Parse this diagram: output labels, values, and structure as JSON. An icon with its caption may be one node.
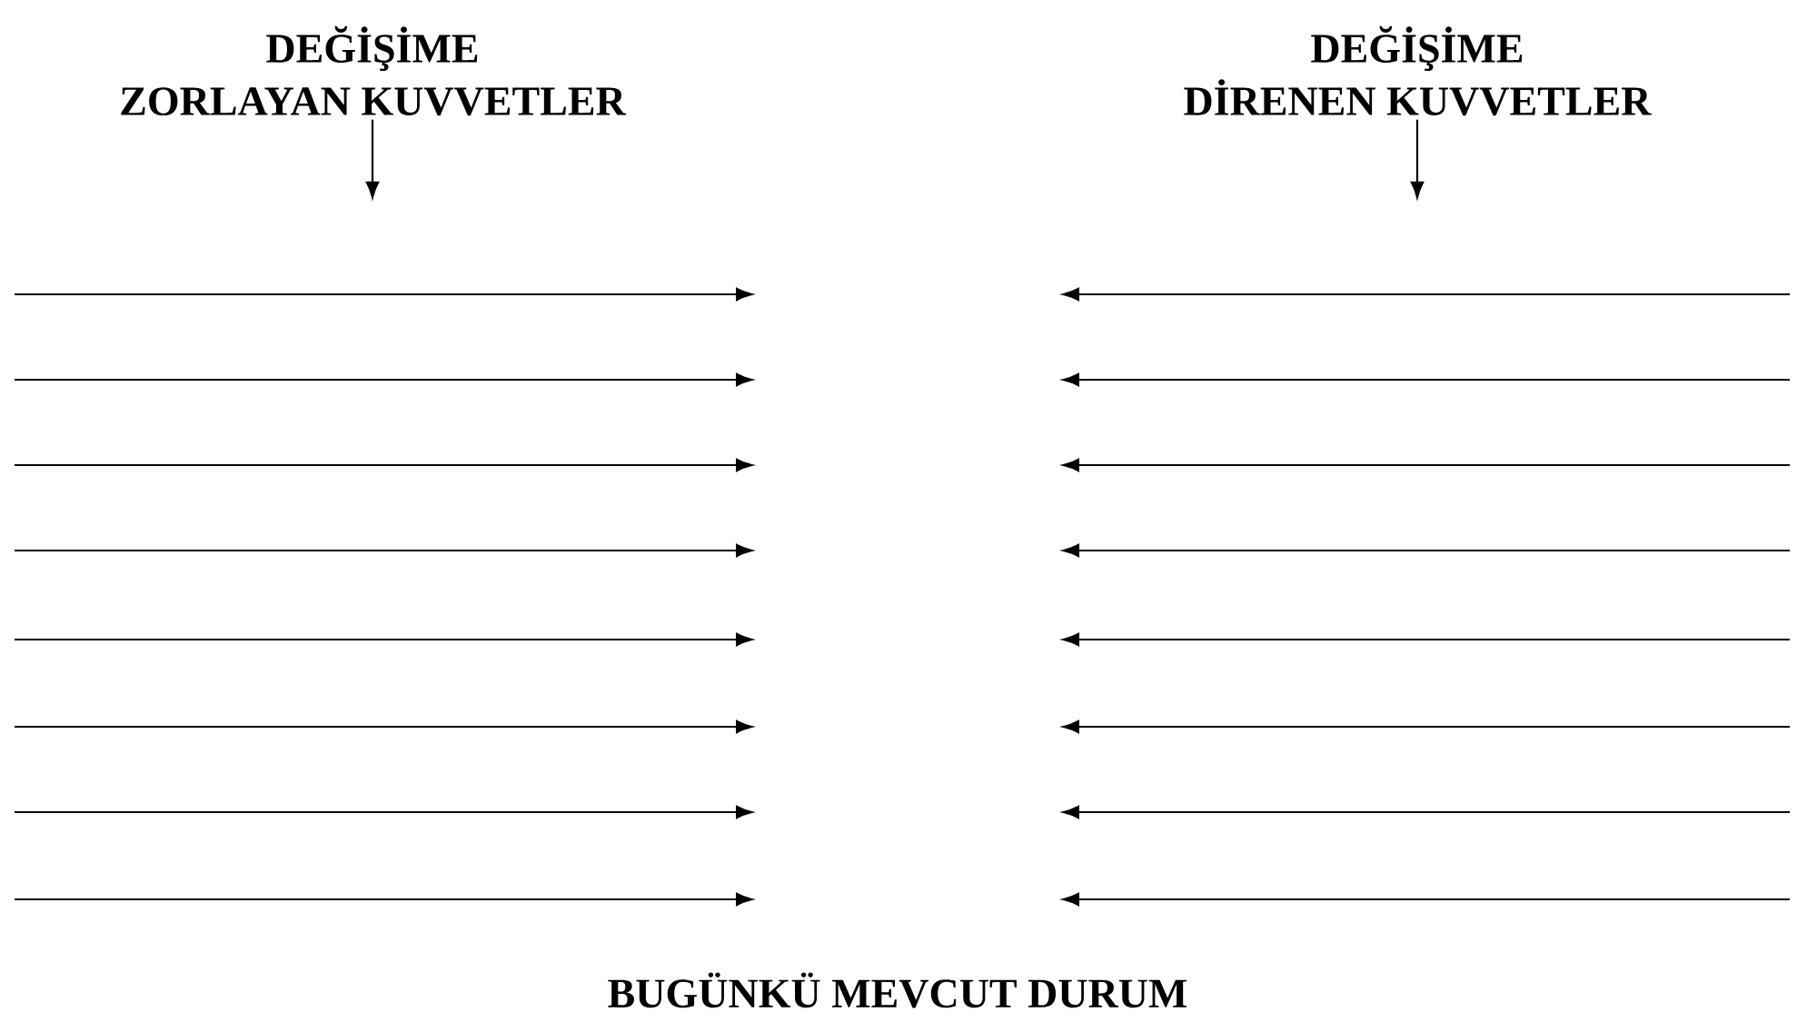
{
  "diagram": {
    "nodes": [
      {
        "text": [
          "DEĞİŞİME ZORLAYAN KUVVETLER"
        ]
      },
      {
        "text": [
          "DEĞİŞİME DİRENEN KUVVETLER"
        ]
      }
    ],
    "edges": [
      {
        "from": 0,
        "to": null,
        "arrow": "to"
      },
      {
        "from": 1,
        "to": null,
        "arrow": "to"
      }
    ],
    "labels": [
      "BUGÜNKÜ MEVCUT DURUM"
    ]
  }
}
